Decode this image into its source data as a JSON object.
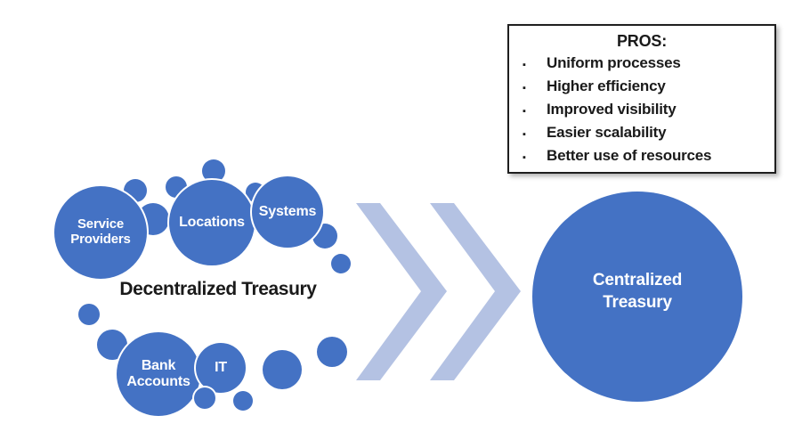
{
  "colors": {
    "bubble_blue": "#4472C4",
    "chevron_light_blue": "#B4C2E3",
    "text_white": "#FFFFFF",
    "text_black": "#1A1A1A",
    "box_border": "#1F1F1F"
  },
  "pros_box": {
    "title": "PROS:",
    "bullet": "▪",
    "items": [
      "Uniform processes",
      "Higher efficiency",
      "Improved visibility",
      "Easier scalability",
      "Better use of resources"
    ]
  },
  "transformation": {
    "from_label": "Decentralized Treasury",
    "to_label": "Centralized Treasury",
    "bubbles": [
      {
        "label": "Service Providers"
      },
      {
        "label": "Locations"
      },
      {
        "label": "Systems"
      },
      {
        "label": "Bank Accounts"
      },
      {
        "label": "IT"
      }
    ]
  }
}
